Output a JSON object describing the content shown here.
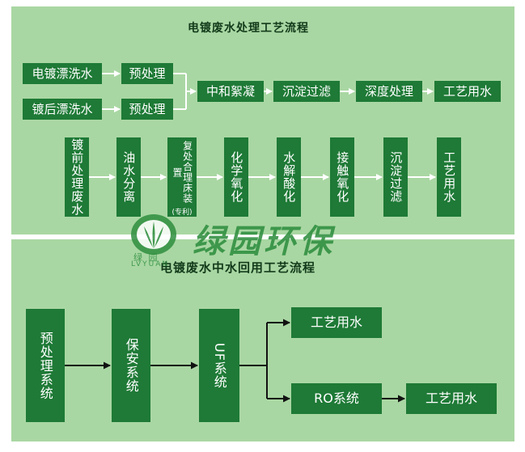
{
  "top": {
    "title": "电镀废水处理工艺流程",
    "row1": {
      "src1": "电镀漂洗水",
      "src2": "镀后漂洗水",
      "pre1": "预处理",
      "pre2": "预处理",
      "steps": [
        "中和絮凝",
        "沉淀过滤",
        "深度处理",
        "工艺用水"
      ]
    },
    "row2": {
      "items": [
        "镀前处理废水",
        "油水分离",
        "复处合理床装置",
        "(专利)",
        "化学氧化",
        "水解酸化",
        "接触氧化",
        "沉淀过滤",
        "工艺用水"
      ]
    }
  },
  "watermark": {
    "text": "绿园环保",
    "sub": "绿  园",
    "sub2": "LVYUAN"
  },
  "bottom": {
    "title": "电镀废水中水回用工艺流程",
    "boxes": {
      "b1": "预处理系统",
      "b2": "保安系统",
      "b3": "UF系统",
      "out1": "工艺用水",
      "ro": "RO系统",
      "out2": "工艺用水"
    }
  },
  "colors": {
    "panel": "#a9d7a3",
    "box": "#1e7a36",
    "logo": "#2f8f3f"
  }
}
